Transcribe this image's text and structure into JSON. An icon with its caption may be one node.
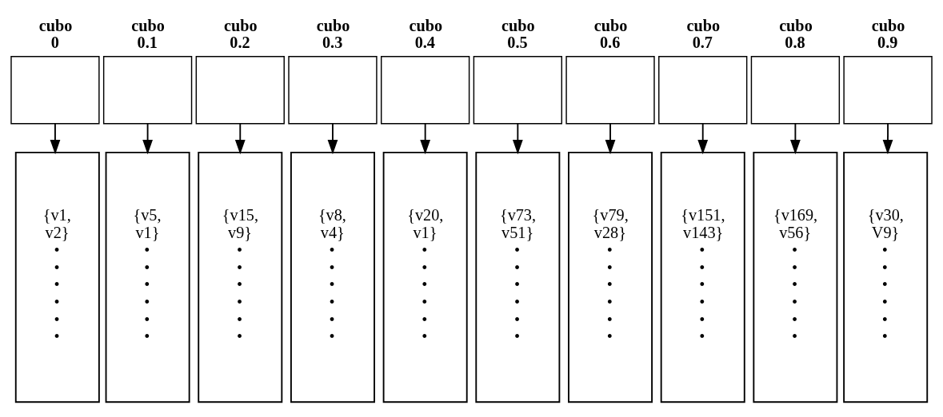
{
  "diagram": {
    "nodes": [
      {
        "text": [
          "cubo 0"
        ]
      },
      {
        "text": [
          "cubo 0.1"
        ]
      },
      {
        "text": [
          "cubo 0.2"
        ]
      },
      {
        "text": [
          "cubo 0.3"
        ]
      },
      {
        "text": [
          "cubo 0.4"
        ]
      },
      {
        "text": [
          "cubo 0.5"
        ]
      },
      {
        "text": [
          "cubo 0.6"
        ]
      },
      {
        "text": [
          "cubo 0.7"
        ]
      },
      {
        "text": [
          "cubo 0.8"
        ]
      },
      {
        "text": [
          "cubo 0.9"
        ]
      },
      {
        "text": [
          "{v1, v2}",
          "• • • • • •"
        ]
      },
      {
        "text": [
          "{v5, v1}",
          "• • • • • •"
        ]
      },
      {
        "text": [
          "{v15, v9}",
          "• • • • • •"
        ]
      },
      {
        "text": [
          "{v8, v4}",
          "• • • • • •"
        ]
      },
      {
        "text": [
          "{v20, v1}",
          "• • • • • •"
        ]
      },
      {
        "text": [
          "{v73, v51}",
          "• • • • • •"
        ]
      },
      {
        "text": [
          "{v79, v28}",
          "• • • • • •"
        ]
      },
      {
        "text": [
          "{v151, v143}",
          "• • • • • •"
        ]
      },
      {
        "text": [
          "{v169, v56}",
          "• • • • • •"
        ]
      },
      {
        "text": [
          "{v30, V9}",
          "• • • • • •"
        ]
      }
    ],
    "edges": [
      {
        "from": 0,
        "to": 10,
        "arrow": "to"
      },
      {
        "from": 1,
        "to": 11,
        "arrow": "to"
      },
      {
        "from": 2,
        "to": 12,
        "arrow": "to"
      },
      {
        "from": 3,
        "to": 13,
        "arrow": "to"
      },
      {
        "from": 4,
        "to": 14,
        "arrow": "to"
      },
      {
        "from": 5,
        "to": 15,
        "arrow": "to"
      },
      {
        "from": 6,
        "to": 16,
        "arrow": "to"
      },
      {
        "from": 7,
        "to": 17,
        "arrow": "to"
      },
      {
        "from": 8,
        "to": 18,
        "arrow": "to"
      },
      {
        "from": 9,
        "to": 19,
        "arrow": "to"
      }
    ]
  }
}
